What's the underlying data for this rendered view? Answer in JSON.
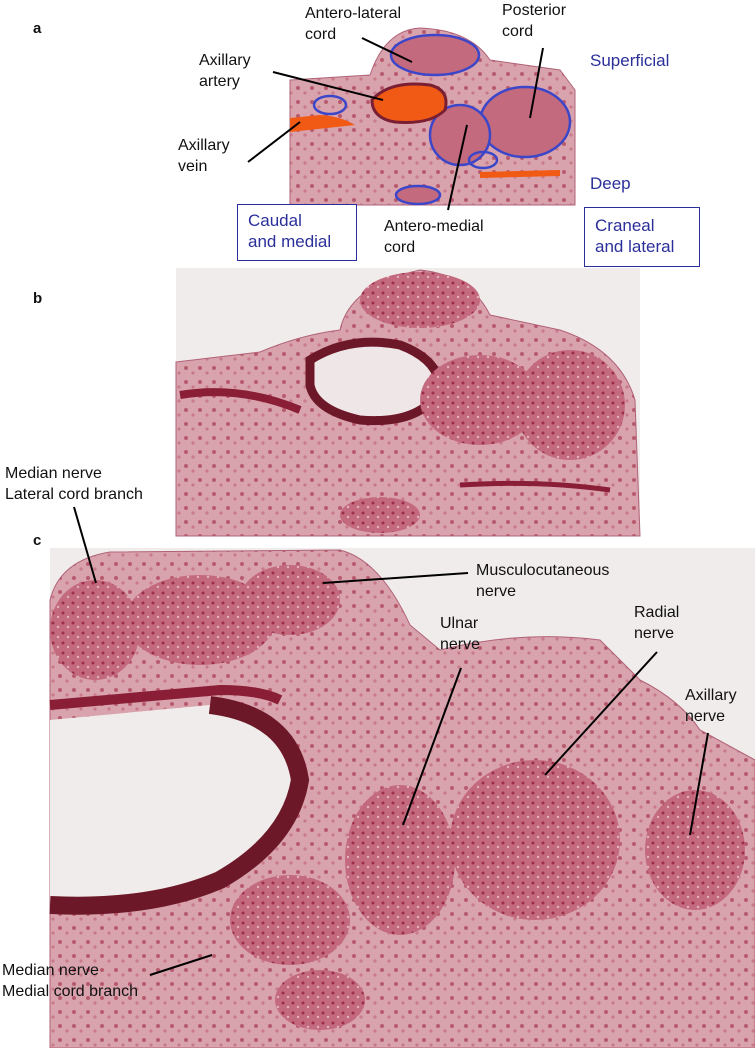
{
  "panels": {
    "a": "a",
    "b": "b",
    "c": "c"
  },
  "panel_a": {
    "antero_lateral_cord": "Antero-lateral\ncord",
    "posterior_cord": "Posterior\ncord",
    "axillary_artery": "Axillary\nartery",
    "axillary_vein": "Axillary\nvein",
    "antero_medial_cord": "Antero-medial\ncord",
    "superficial": "Superficial",
    "deep": "Deep",
    "caudal_medial": "Caudal\nand medial",
    "cranial_lateral": "Craneal\nand lateral"
  },
  "panel_c": {
    "median_lateral": "Median nerve\nLateral cord branch",
    "musculocutaneous": "Musculocutaneous\nnerve",
    "ulnar": "Ulnar\nnerve",
    "radial": "Radial\nnerve",
    "axillary": "Axillary\nnerve",
    "median_medial": "Median nerve\nMedial cord branch"
  },
  "colors": {
    "tissue": "#a3394f",
    "tissue_light": "#d9a3ad",
    "vessel_fill": "#f05a14",
    "outline_blue": "#3c46c8",
    "text_blue": "#2b2f9a"
  }
}
